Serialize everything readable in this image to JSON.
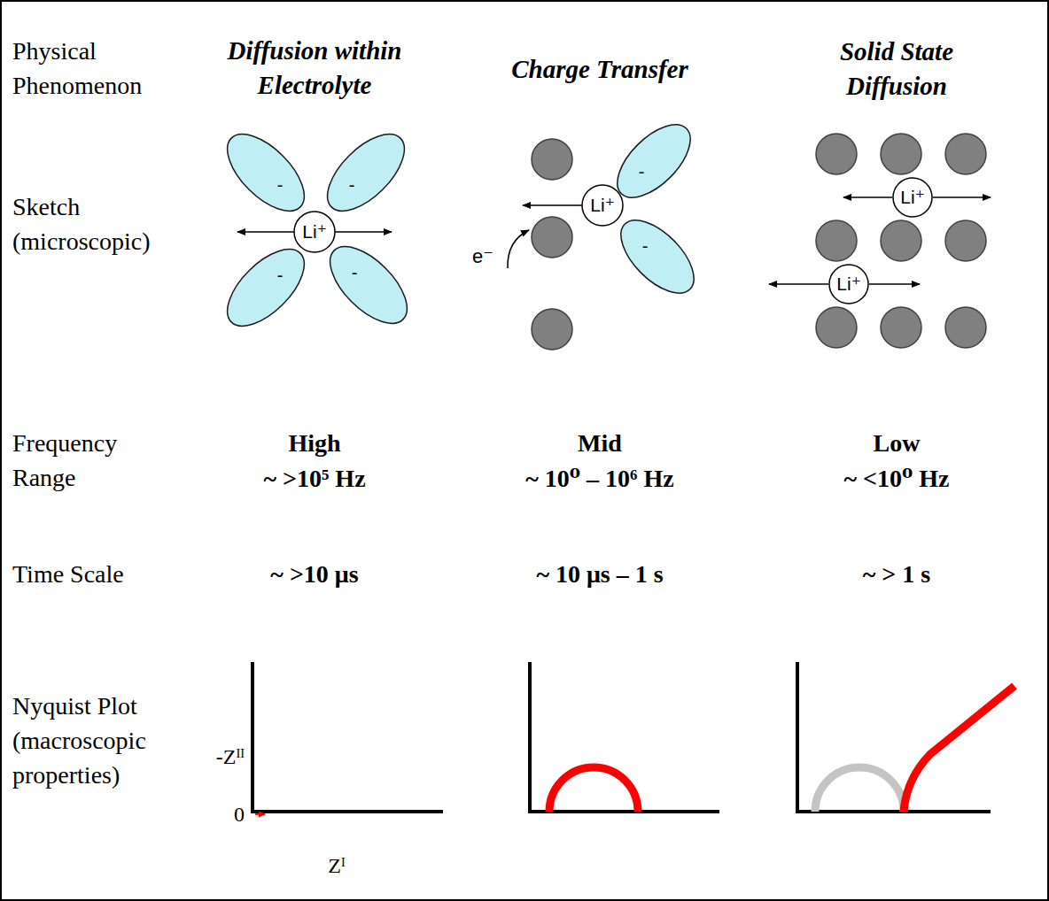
{
  "diagram": {
    "nodes": [
      {
        "text": [
          "-"
        ]
      },
      {
        "text": [
          "-"
        ]
      },
      {
        "text": [
          "Li⁺"
        ]
      },
      {
        "text": [
          "-"
        ]
      },
      {
        "text": [
          "-"
        ]
      },
      {
        "text": [
          "-"
        ]
      },
      {
        "text": [
          "Li⁺"
        ]
      },
      {
        "text": [
          "-"
        ]
      },
      {
        "text": [
          "Li⁺"
        ]
      },
      {
        "text": [
          "Li⁺"
        ]
      }
    ],
    "labels": [
      "Physical Phenomenon",
      "Diffusion within Electrolyte",
      "Charge Transfer",
      "Solid State Diffusion",
      "Sketch (microscopic)",
      "e⁻",
      "Frequency Range",
      "High",
      "~ >10⁵ Hz",
      "Mid",
      "~ 10⁰ – 10⁶ Hz",
      "Low",
      "~ <10⁰ Hz",
      "Time Scale",
      "~ >10 μs",
      "~ 10 μs – 1 s",
      "~ > 1 s",
      "Nyquist Plot (macroscopic properties)",
      "-Zᴵᴵ",
      "0",
      "Zᴵ"
    ]
  }
}
